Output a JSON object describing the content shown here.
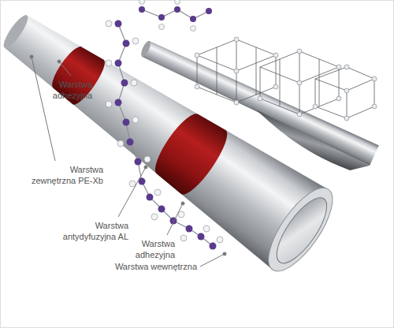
{
  "diagram": {
    "labels": [
      "Warstwa adhezyjna",
      "Warstwa zewnętrzna PE-Xb",
      "Warstwa antydyfuzyjna AL",
      "Warstwa adhezyjna",
      "Warstwa wewnętrzna"
    ]
  }
}
